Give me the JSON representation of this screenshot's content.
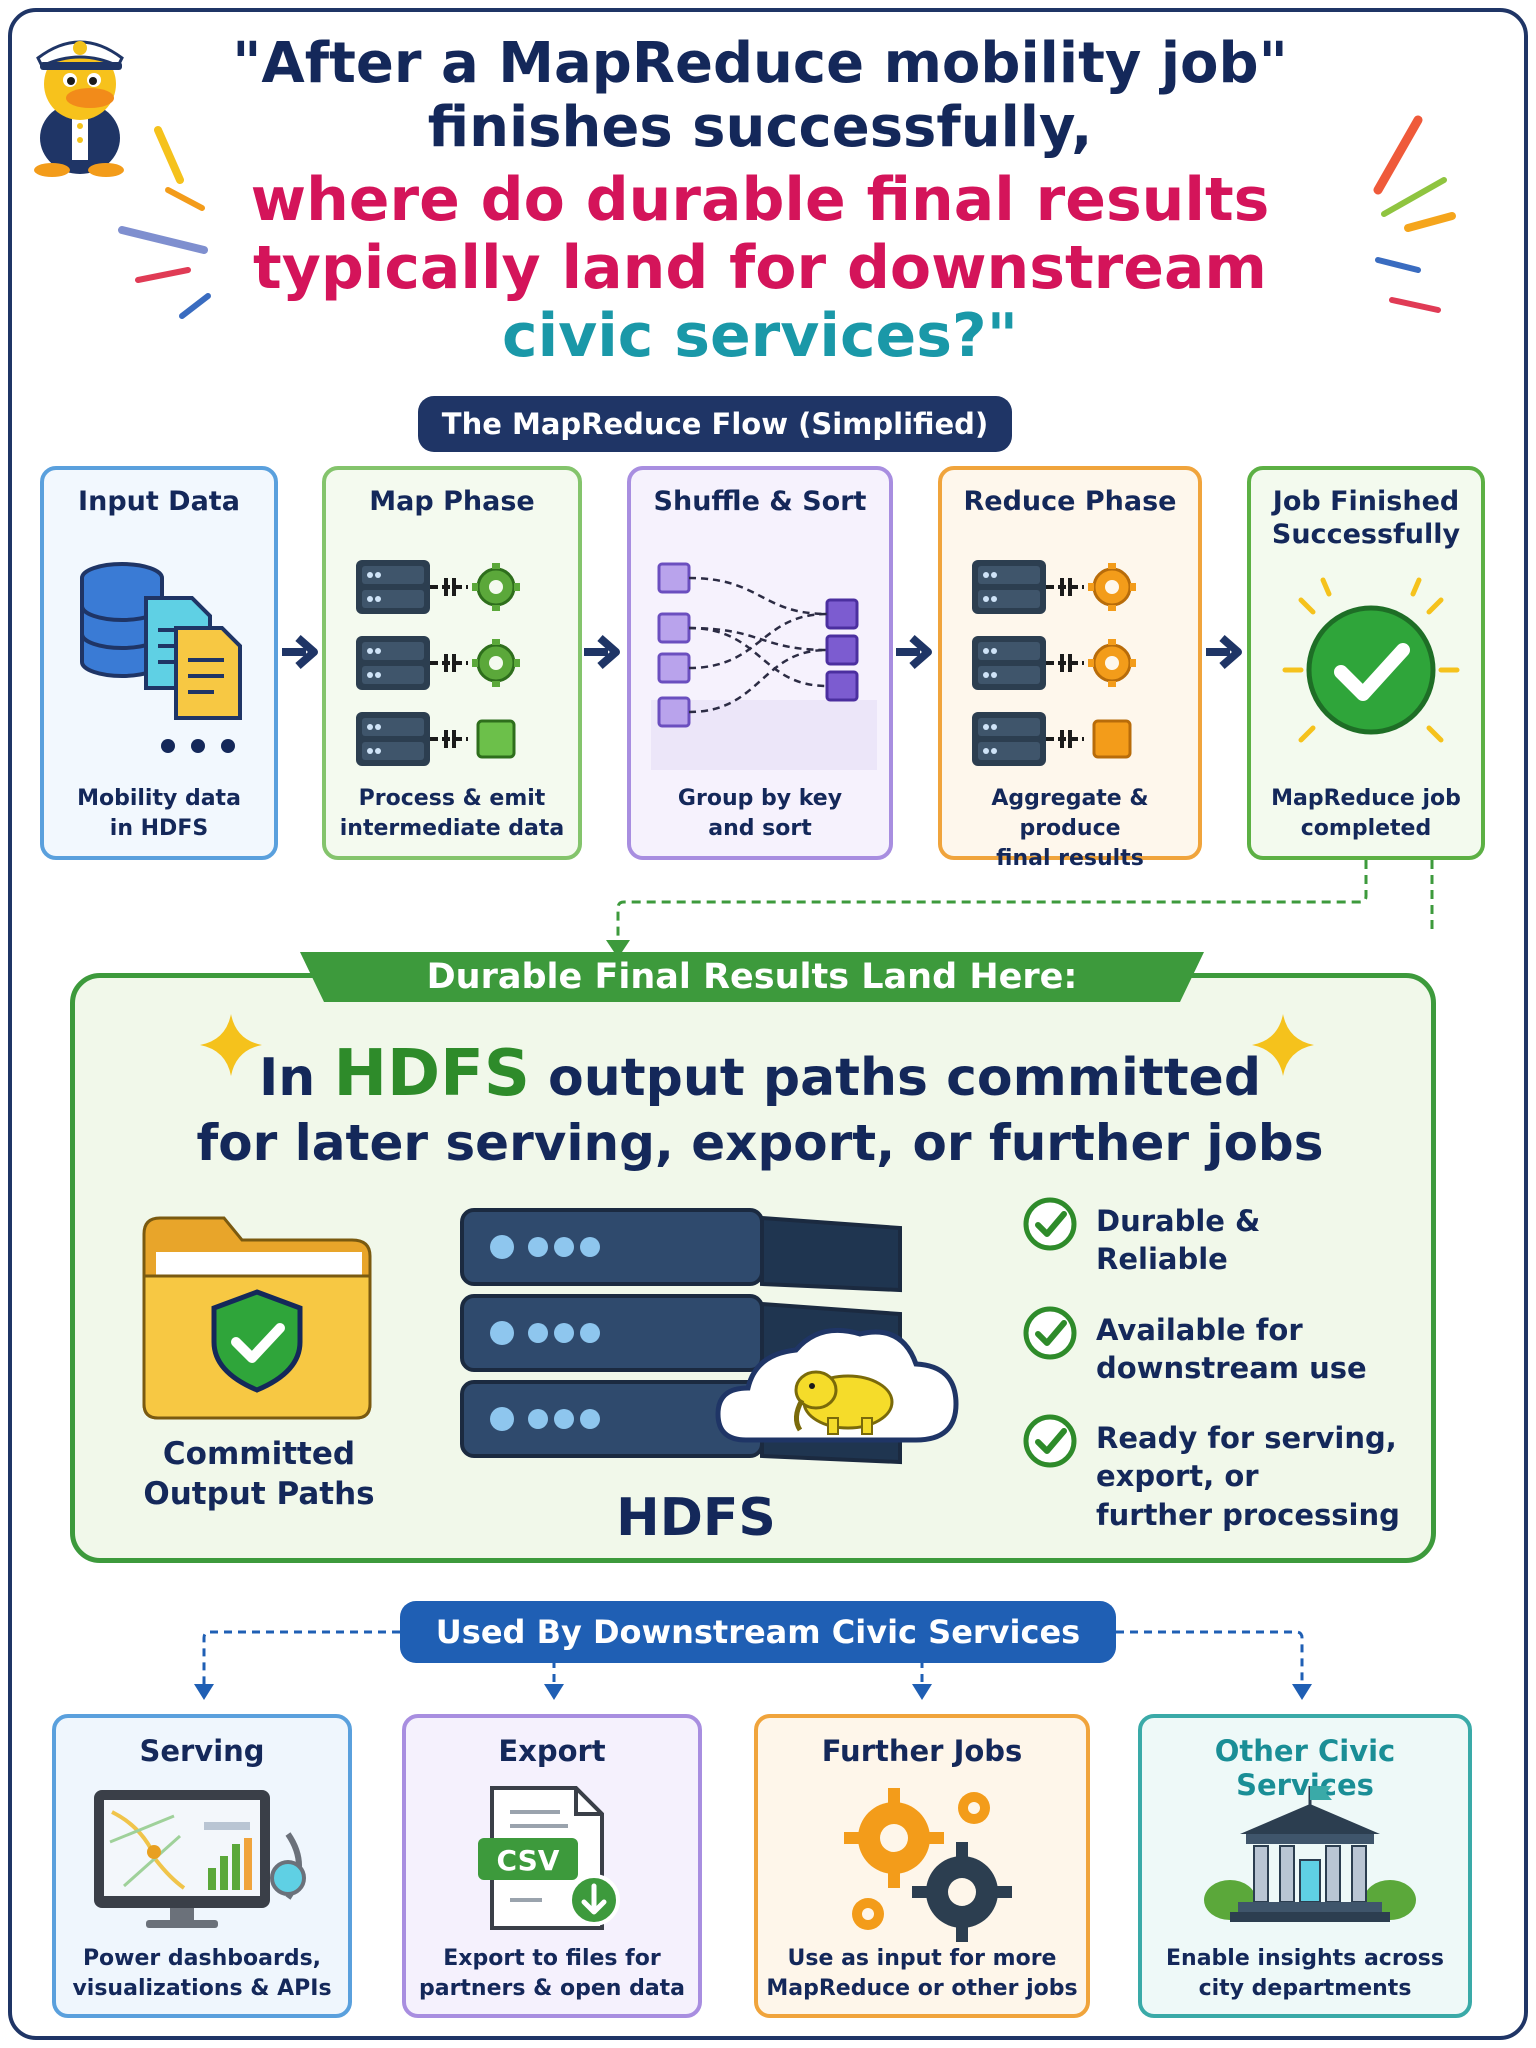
{
  "header": {
    "title_line1": "\"After a MapReduce mobility job\"",
    "title_line2": "finishes successfully,",
    "title_line3": "where do durable final results",
    "title_line4": "typically land for downstream",
    "title_line5": "civic services?\""
  },
  "flow": {
    "label": "The MapReduce Flow (Simplified)",
    "stages": [
      {
        "title": "Input Data",
        "subtitle": "Mobility data\nin HDFS"
      },
      {
        "title": "Map Phase",
        "subtitle": "Process & emit\nintermediate data"
      },
      {
        "title": "Shuffle & Sort",
        "subtitle": "Group by key\nand sort"
      },
      {
        "title": "Reduce Phase",
        "subtitle": "Aggregate & produce\nfinal results"
      },
      {
        "title": "Job Finished\nSuccessfully",
        "subtitle": "MapReduce job\ncompleted"
      }
    ]
  },
  "result": {
    "ribbon": "Durable Final Results Land Here:",
    "headline_pre": "In",
    "headline_highlight": "HDFS",
    "headline_post": "output paths committed",
    "headline_line2": "for later serving, export, or further jobs",
    "folder_caption": "Committed\nOutput Paths",
    "storage_caption": "HDFS",
    "benefits": [
      "Durable & Reliable",
      "Available for\ndownstream use",
      "Ready for serving,\nexport, or\nfurther processing"
    ]
  },
  "downstream": {
    "label": "Used By Downstream Civic Services",
    "services": [
      {
        "title": "Serving",
        "subtitle": "Power dashboards,\nvisualizations & APIs"
      },
      {
        "title": "Export",
        "subtitle": "Export to files for\npartners & open data",
        "badge": "CSV"
      },
      {
        "title": "Further Jobs",
        "subtitle": "Use as input for more\nMapReduce or other jobs"
      },
      {
        "title": "Other Civic Services",
        "subtitle": "Enable insights across\ncity departments"
      }
    ]
  },
  "colors": {
    "navy": "#14285a",
    "magenta": "#d4145a",
    "teal": "#1a98a8",
    "green": "#3d9a3c",
    "blue": "#1f5fb4"
  },
  "icons": [
    "duck-captain-icon",
    "database-icon",
    "document-icon",
    "server-icon",
    "gear-icon",
    "check-circle-icon",
    "folder-shield-icon",
    "hadoop-elephant-icon",
    "monitor-chart-icon",
    "csv-file-icon",
    "gears-icon",
    "civic-building-icon",
    "sparkle-icon"
  ]
}
